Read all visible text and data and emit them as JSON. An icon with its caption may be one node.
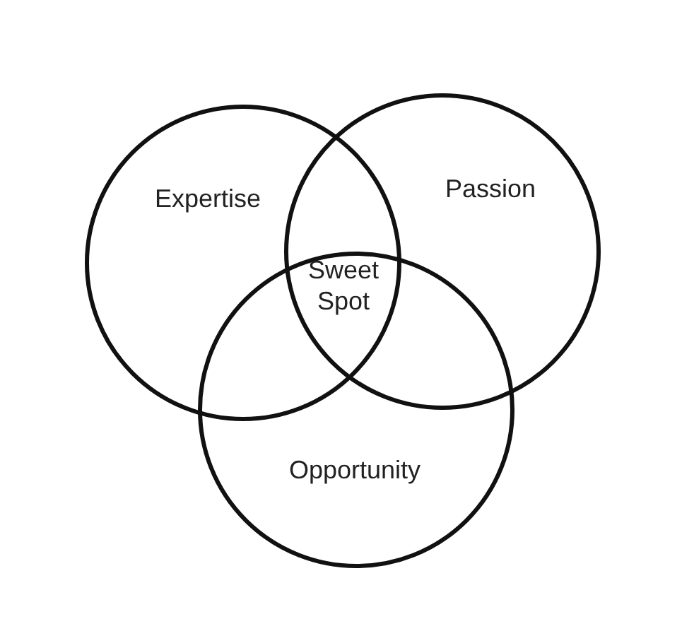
{
  "diagram": {
    "nodes": [
      {
        "text": [
          "Expertise"
        ]
      },
      {
        "text": [
          "Passion"
        ]
      },
      {
        "text": [
          "Opportunity"
        ]
      }
    ],
    "labels": [
      "Sweet Spot"
    ]
  }
}
